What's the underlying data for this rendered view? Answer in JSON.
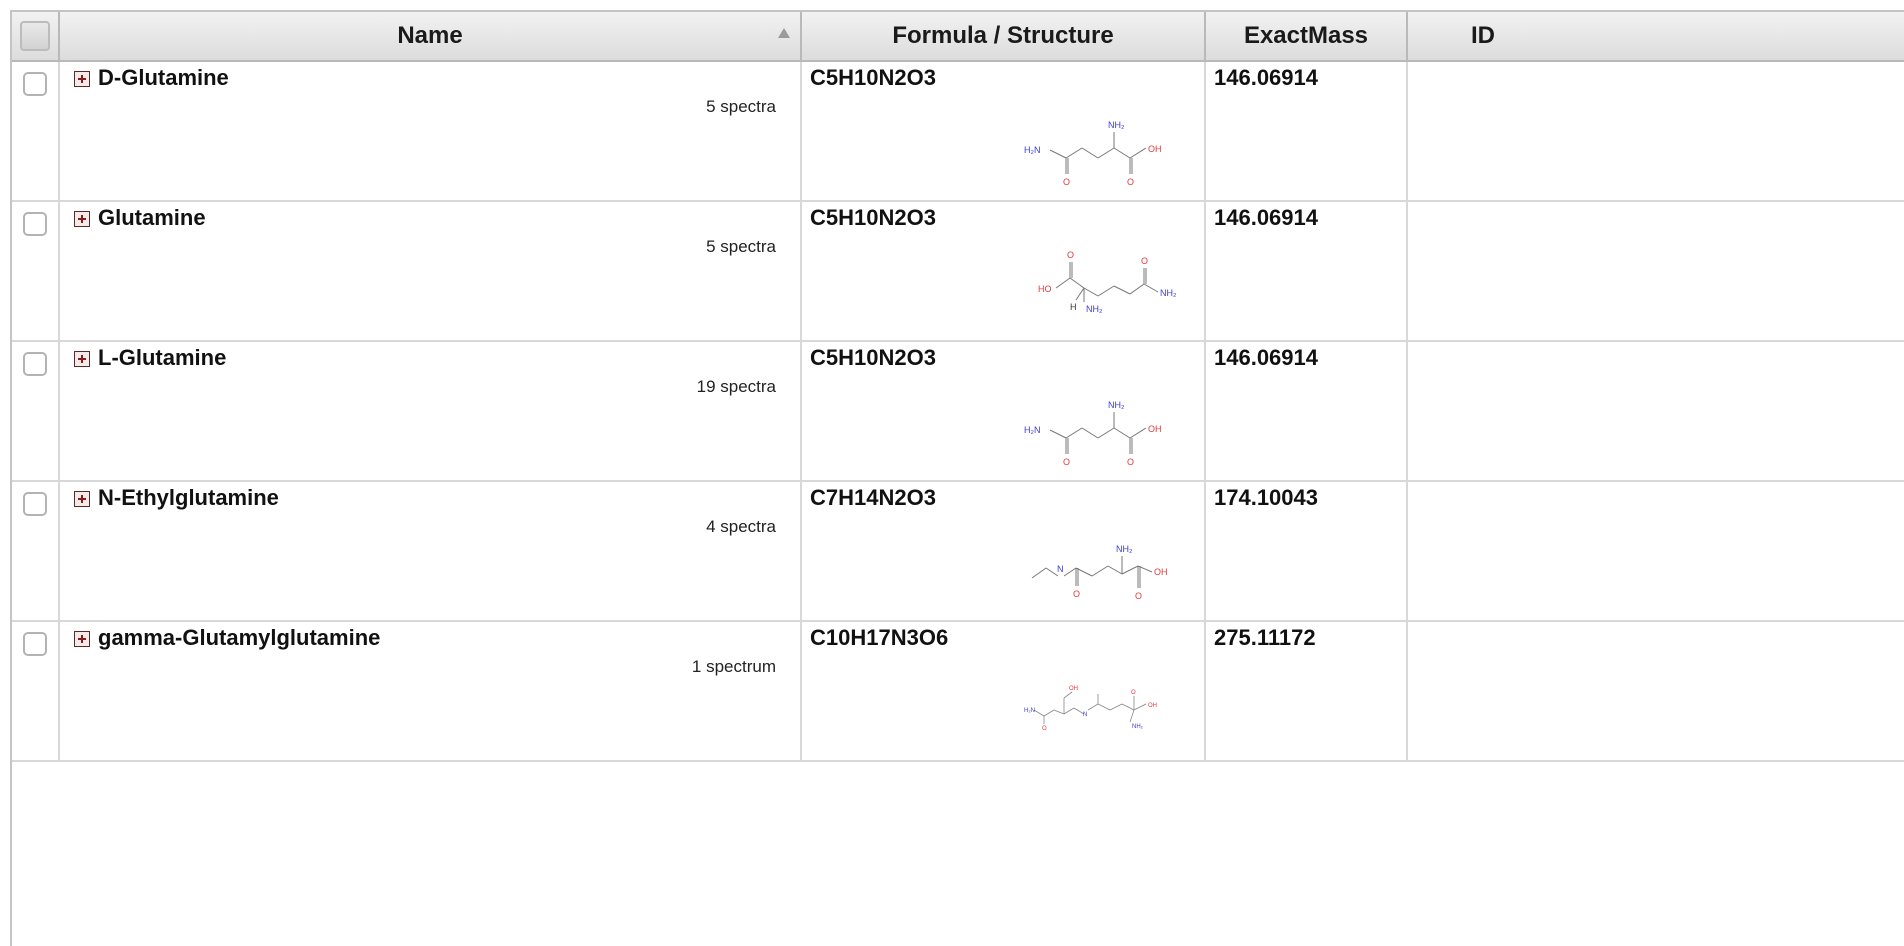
{
  "columns": {
    "name": "Name",
    "formula": "Formula / Structure",
    "mass": "ExactMass",
    "id": "ID"
  },
  "rows": [
    {
      "name": "D-Glutamine",
      "spectra": "5 spectra",
      "formula": "C5H10N2O3",
      "mass": "146.06914",
      "id": ""
    },
    {
      "name": "Glutamine",
      "spectra": "5 spectra",
      "formula": "C5H10N2O3",
      "mass": "146.06914",
      "id": ""
    },
    {
      "name": "L-Glutamine",
      "spectra": "19 spectra",
      "formula": "C5H10N2O3",
      "mass": "146.06914",
      "id": ""
    },
    {
      "name": "N-Ethylglutamine",
      "spectra": "4 spectra",
      "formula": "C7H14N2O3",
      "mass": "174.10043",
      "id": ""
    },
    {
      "name": "gamma-Glutamylglutamine",
      "spectra": "1 spectrum",
      "formula": "C10H17N3O6",
      "mass": "275.11172",
      "id": ""
    }
  ],
  "structure_labels": {
    "nh2": "NH₂",
    "h2n": "H₂N",
    "oh": "OH",
    "ho": "HO",
    "o": "O",
    "h": "H",
    "n": "N"
  },
  "colors": {
    "nitrogen": "#3b3bd6",
    "oxygen": "#e03a3a",
    "expand": "#8b1a1a"
  }
}
